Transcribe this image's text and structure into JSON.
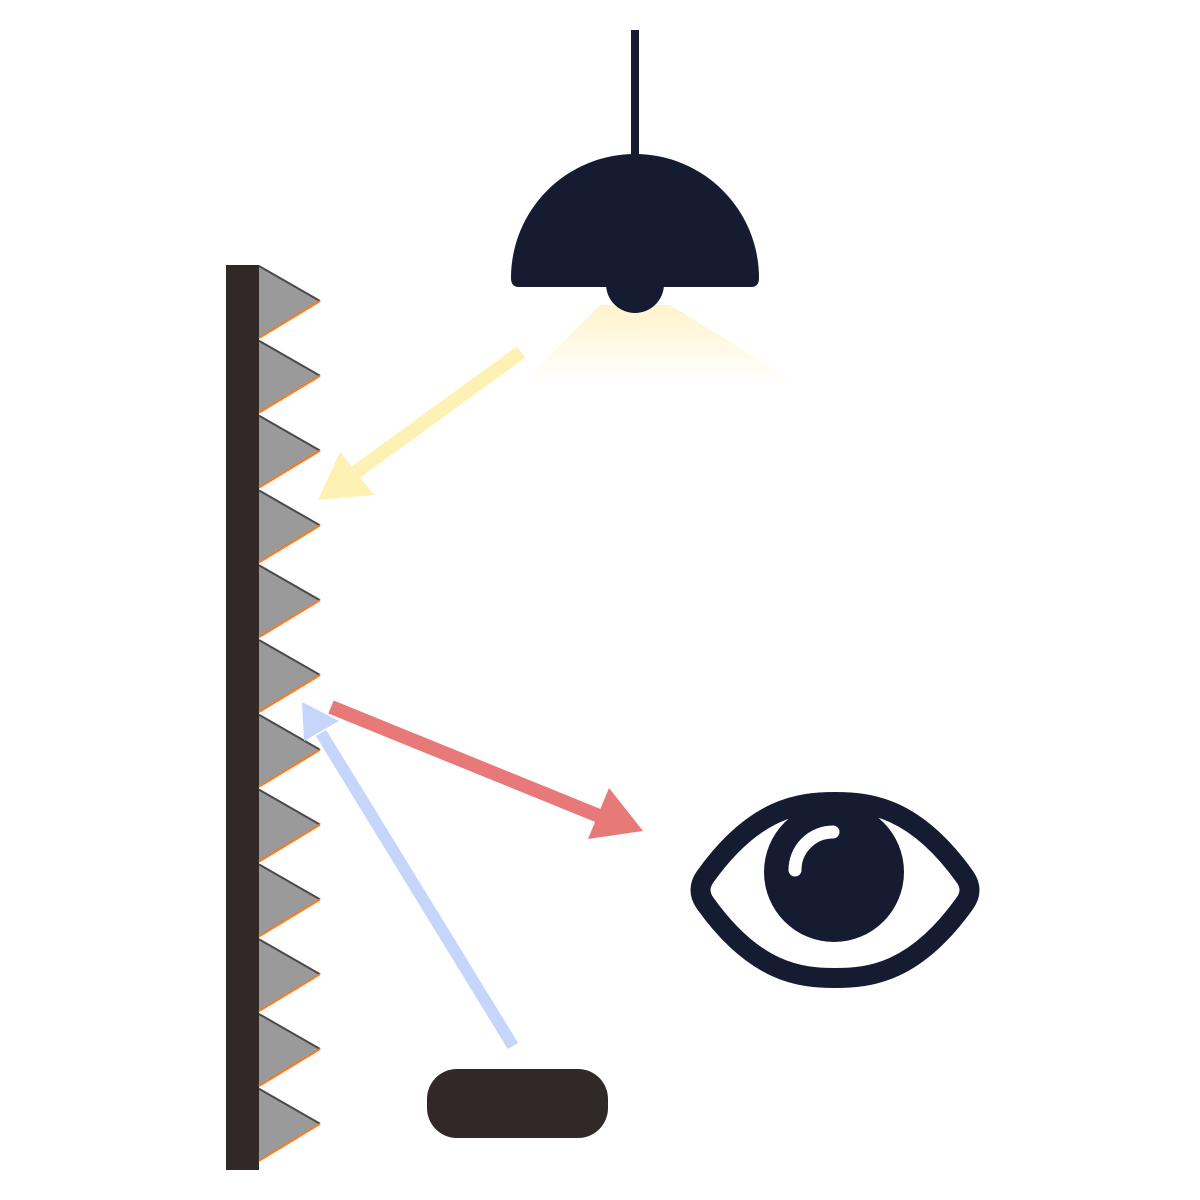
{
  "colors": {
    "background": "#ffffff",
    "wall_backing": "#302927",
    "wall_tooth": "#9a9a9a",
    "wall_tooth_edge": "#4a4a4a",
    "wall_tooth_highlight": "#ff7a1a",
    "lamp": "#151b31",
    "lamp_glow": "#fff3cc",
    "arrow_lamp_to_wall": "#fdf1b3",
    "arrow_wall_to_eye": "#e77a78",
    "arrow_source_to_wall": "#c6d6fb",
    "eye": "#151b31",
    "eye_highlight": "#ffffff",
    "source_block": "#302927"
  },
  "elements": {
    "wall": {
      "icon": "serrated-wall",
      "tooth_count": 12
    },
    "lamp": {
      "icon": "pendant-lamp-icon"
    },
    "eye": {
      "icon": "eye-icon"
    },
    "source": {
      "icon": "rounded-block"
    },
    "arrows": [
      {
        "name": "lamp-to-wall-arrow",
        "from": "lamp",
        "to": "wall"
      },
      {
        "name": "wall-to-eye-arrow",
        "from": "wall",
        "to": "eye"
      },
      {
        "name": "source-to-wall-arrow",
        "from": "source",
        "to": "wall"
      }
    ]
  }
}
